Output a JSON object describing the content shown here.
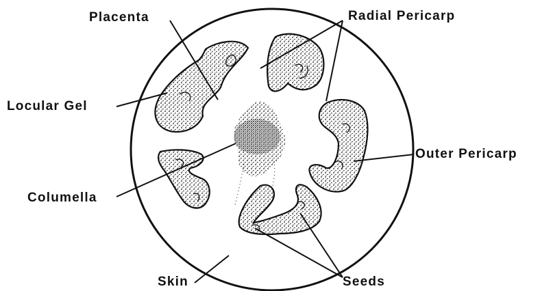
{
  "diagram": {
    "labels": {
      "placenta": "Placenta",
      "radial_pericarp": "Radial Pericarp",
      "locular_gel": "Locular Gel",
      "outer_pericarp": "Outer Pericarp",
      "columella": "Columella",
      "skin": "Skin",
      "seeds": "Seeds"
    },
    "colors": {
      "ink": "#111111",
      "background": "#ffffff"
    }
  }
}
